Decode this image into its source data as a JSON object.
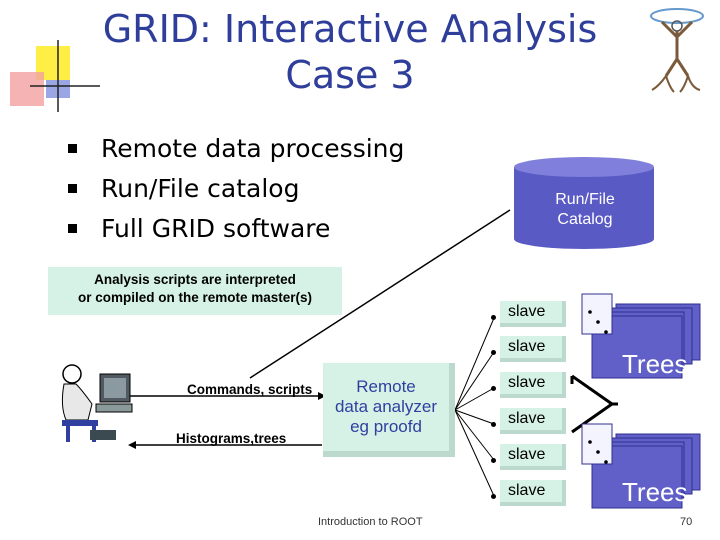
{
  "title_line1": "GRID: Interactive Analysis",
  "title_line2": "Case 3",
  "bullets": [
    "Remote data processing",
    "Run/File catalog",
    "Full GRID software"
  ],
  "analysis_box": {
    "line1": "Analysis scripts are interpreted",
    "line2": "or compiled on the remote master(s)"
  },
  "catalog": {
    "line1": "Run/File",
    "line2": "Catalog"
  },
  "remote": {
    "line1": "Remote",
    "line2": "data analyzer",
    "line3": "eg proofd"
  },
  "commands_label": "Commands, scripts",
  "histograms_label": "Histograms,trees",
  "slaves": [
    "slave",
    "slave",
    "slave",
    "slave",
    "slave",
    "slave"
  ],
  "trees_top": "Trees",
  "trees_bottom": "Trees",
  "footer": "Introduction to ROOT",
  "page_number": "70",
  "colors": {
    "title": "#2e3e9a",
    "box_fill": "#d6f2e6",
    "cylinder": "#6060c8",
    "remote_text": "#3040a0"
  }
}
